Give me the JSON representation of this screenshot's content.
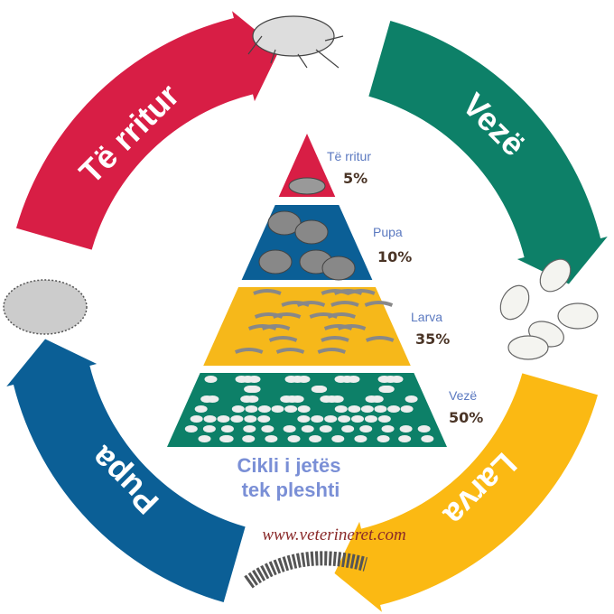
{
  "ring": [
    {
      "label": "Të rritur",
      "color": "#d81e45"
    },
    {
      "label": "Vezë",
      "color": "#0d8068"
    },
    {
      "label": "Larva",
      "color": "#fbb913"
    },
    {
      "label": "Pupa",
      "color": "#0b5f96"
    }
  ],
  "pyramid": [
    {
      "name": "Të rritur",
      "percent": "5%",
      "color": "#d81e45"
    },
    {
      "name": "Pupa",
      "percent": "10%",
      "color": "#0b5f96"
    },
    {
      "name": "Larva",
      "percent": "35%",
      "color": "#f6b81a"
    },
    {
      "name": "Vezë",
      "percent": "50%",
      "color": "#0d8068"
    }
  ],
  "caption": {
    "line1": "Cikli i jetës",
    "line2": "tek pleshti"
  },
  "website": "www.veterineret.com"
}
